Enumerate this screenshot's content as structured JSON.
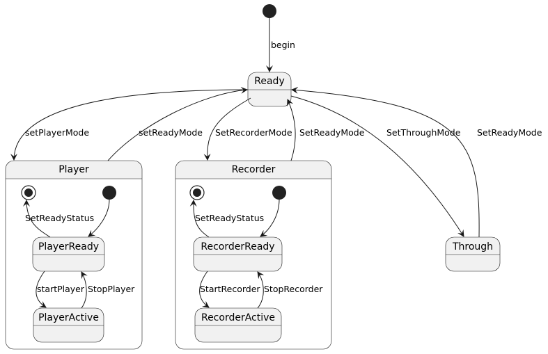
{
  "diagram": {
    "transitions": {
      "begin": "begin",
      "set_player_mode": "setPlayerMode",
      "set_ready_mode_from_player": "setReadyMode",
      "set_recorder_mode": "SetRecorderMode",
      "set_ready_mode_from_recorder": "SetReadyMode",
      "set_through_mode": "SetThroughMode",
      "set_ready_mode_from_through": "SetReadyMode"
    },
    "states": {
      "ready": "Ready",
      "through": "Through",
      "player": {
        "title": "Player",
        "player_ready": "PlayerReady",
        "player_active": "PlayerActive",
        "set_ready_status": "SetReadyStatus",
        "start_player": "startPlayer",
        "stop_player": "StopPlayer"
      },
      "recorder": {
        "title": "Recorder",
        "recorder_ready": "RecorderReady",
        "recorder_active": "RecorderActive",
        "set_ready_status": "SetReadyStatus",
        "start_recorder": "StartRecorder",
        "stop_recorder": "StopRecorder"
      }
    },
    "colors": {
      "state_fill": "#f1f1f1",
      "stroke": "#181818",
      "pseudo_state": "#222222"
    }
  }
}
